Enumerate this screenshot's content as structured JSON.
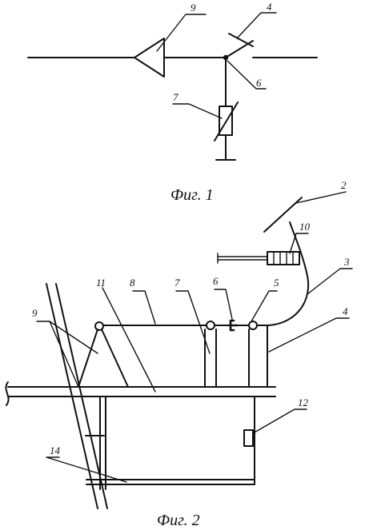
{
  "figures": [
    {
      "caption": "Фиг. 1",
      "labels": [
        "9",
        "4",
        "6",
        "7"
      ]
    },
    {
      "caption": "Фиг. 2",
      "labels": [
        "2",
        "10",
        "3",
        "8",
        "11",
        "7",
        "6",
        "5",
        "9",
        "4",
        "12",
        "14"
      ]
    }
  ]
}
